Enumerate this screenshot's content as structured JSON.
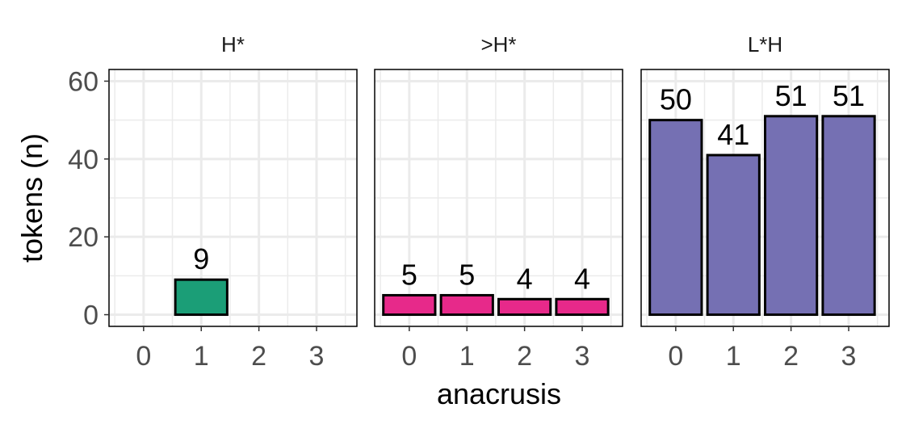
{
  "chart_data": {
    "type": "bar",
    "facets": [
      {
        "title": "H*",
        "categories": [
          "0",
          "1",
          "2",
          "3"
        ],
        "values": [
          null,
          9,
          null,
          null
        ],
        "color": "#1B9E77"
      },
      {
        "title": ">H*",
        "categories": [
          "0",
          "1",
          "2",
          "3"
        ],
        "values": [
          5,
          5,
          4,
          4
        ],
        "color": "#E7298A"
      },
      {
        "title": "L*H",
        "categories": [
          "0",
          "1",
          "2",
          "3"
        ],
        "values": [
          50,
          41,
          51,
          51
        ],
        "color": "#7570B3"
      }
    ],
    "xlabel": "anacrusis",
    "ylabel": "tokens (n)",
    "ylim": [
      -3,
      63
    ],
    "yticks": [
      0,
      20,
      40,
      60
    ],
    "grid": true,
    "shared_y_axis": true,
    "bar_outline_color": "#000000",
    "grid_color": "#EBEBEB"
  }
}
